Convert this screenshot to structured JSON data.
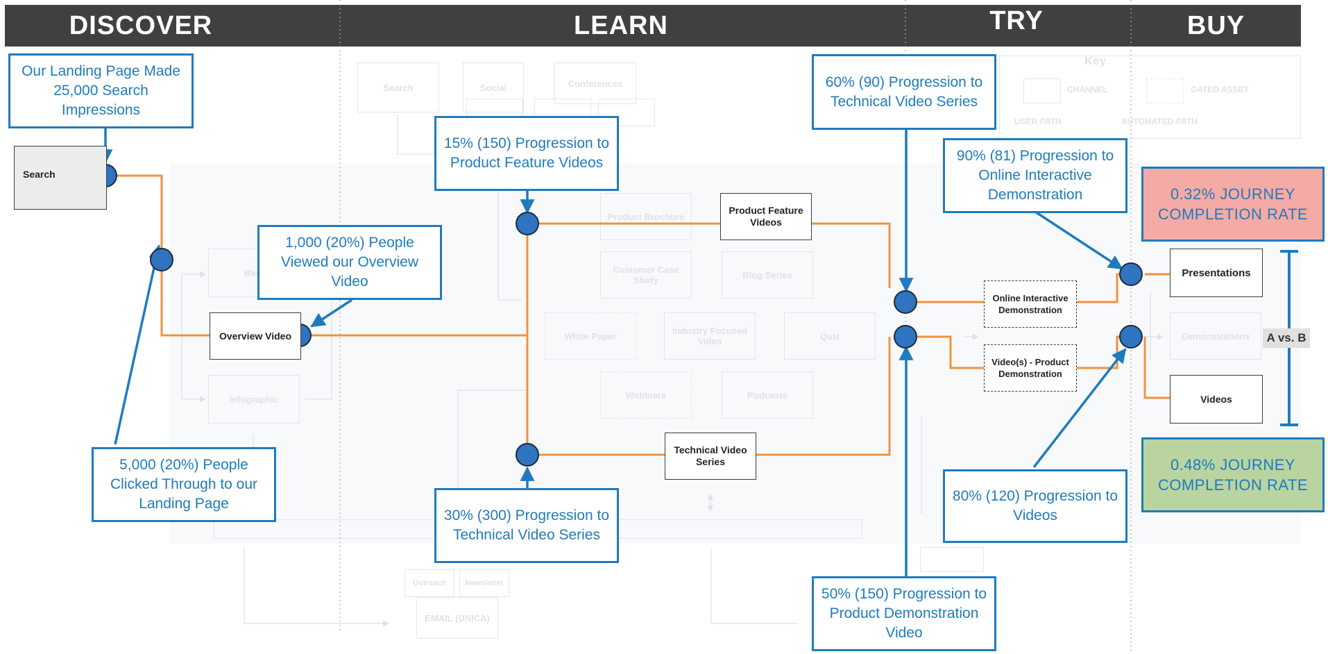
{
  "headers": [
    "DISCOVER",
    "LEARN",
    "TRY",
    "BUY"
  ],
  "nodes": {
    "search": "Search",
    "overview_video": "Overview Video",
    "product_feature_videos": "Product Feature Videos",
    "technical_video_series": "Technical Video Series",
    "online_interactive_demonstration": "Online Interactive Demonstration",
    "video_product_demonstration": "Video(s) - Product Demonstration",
    "presentations": "Presentations",
    "videos": "Videos"
  },
  "callouts": {
    "landing_page_impressions": "Our Landing Page Made 25,000 Search Impressions",
    "clicked_through": "5,000 (20%) People Clicked Through to our Landing Page",
    "viewed_overview": "1,000 (20%) People Viewed our Overview Video",
    "progression_product_feature": "15% (150) Progression to Product Feature Videos",
    "progression_technical": "30% (300) Progression to Technical Video Series",
    "progression_technical_series_60": "60% (90) Progression to Technical Video Series",
    "progression_online_demo": "90% (81) Progression to Online Interactive Demonstration",
    "progression_product_demo_video": "50% (150) Progression to Product Demonstration Video",
    "progression_videos": "80% (120) Progression to Videos"
  },
  "rates": {
    "rate_a": "0.32% JOURNEY COMPLETION RATE",
    "rate_b": "0.48% JOURNEY COMPLETION RATE"
  },
  "ab_label": "A vs. B",
  "ghost": {
    "search": "Search",
    "social": "Social",
    "conferences": "Conferences",
    "blog": "Blog",
    "infographic": "Infographic",
    "product_brochure": "Product Brochure",
    "customer_case_study": "Customer Case Study",
    "blog_series": "Blog Series",
    "white_paper": "White Paper",
    "industry_focused_video": "Industry Focused Video",
    "quiz": "Quiz",
    "webinars": "Webinars",
    "podcasts": "Podcasts",
    "key": "Key",
    "channel": "CHANNEL",
    "gated_asset": "GATED ASSET",
    "user_path": "USER PATH",
    "automated_path": "AUTOMATED PATH",
    "demonstrations": "Demonstrations",
    "email_unica": "EMAIL (UNICA)",
    "outreach": "Outreach",
    "newsletter": "Newsletter"
  },
  "colors": {
    "header_bg": "#404040",
    "path_orange": "#f0923e",
    "callout_blue": "#1f7bbd",
    "node_fill": "#2e74c0",
    "rate_a_fill": "#f6aaa5",
    "rate_b_fill": "#bad4a0"
  }
}
